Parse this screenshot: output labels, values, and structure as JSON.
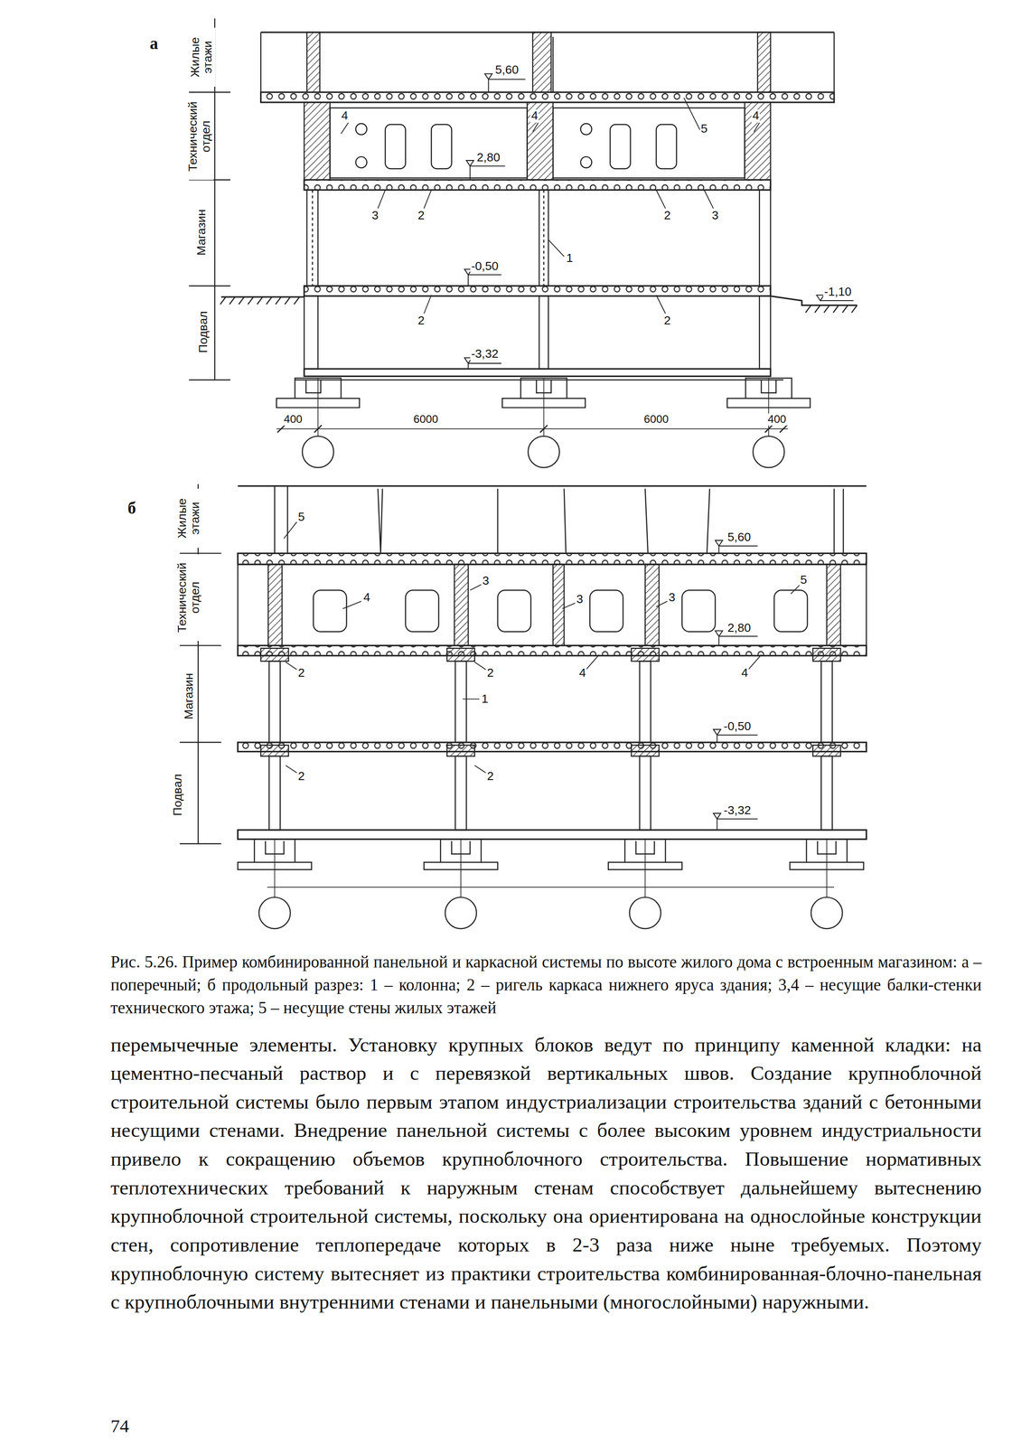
{
  "diagram": {
    "caption": "Рис. 5.26. Пример комбинированной панельной и каркасной системы по высоте жилого дома с встроенным магазином: а – поперечный; б продольный разрез: 1 – колонна; 2 – ригель каркаса нижнего яруса здания; 3,4 – несущие балки-стенки технического этажа; 5 – несущие стены жилых этажей",
    "labels": [
      "а",
      "Жилые этажи",
      "Технический отдел",
      "Магазин",
      "Подвал",
      "5,60",
      "4",
      "4",
      "5",
      "4",
      "2,80",
      "3",
      "2",
      "2",
      "3",
      "-0,50",
      "1",
      "-1,10",
      "2",
      "2",
      "-3,32",
      "400",
      "6000",
      "6000",
      "400",
      "б",
      "Жилые этажи",
      "Технический отдел",
      "Магазин",
      "Подвал",
      "5",
      "5,60",
      "4",
      "3",
      "3",
      "3",
      "5",
      "2,80",
      "2",
      "2",
      "4",
      "4",
      "1",
      "-0,50",
      "2",
      "2",
      "-3,32",
      "перемычечные элементы. Установку крупных блоков ведут по принципу каменной кладки: на цементно-песчаный раствор и с перевязкой вертикальных швов. Создание крупноблочной строительной системы было первым этапом индустриализации строительства зданий с бетонными несущими стенами. Внедрение панельной системы с более высоким уровнем индустриальности привело к сокращению объемов крупноблочного строительства. Повышение нормативных теплотехнических требований к наружным стенам способствует дальнейшему вытеснению крупноблочной строительной системы, поскольку она ориентирована на однослойные конструкции стен, сопротивление теплопередаче которых в 2-3 раза ниже ныне требуемых. Поэтому крупноблочную систему вытесняет из практики строительства комбинированная-блочно-панельная с крупноблочными внутренними стенами и панельными (многослойными) наружными.",
      "74"
    ]
  }
}
